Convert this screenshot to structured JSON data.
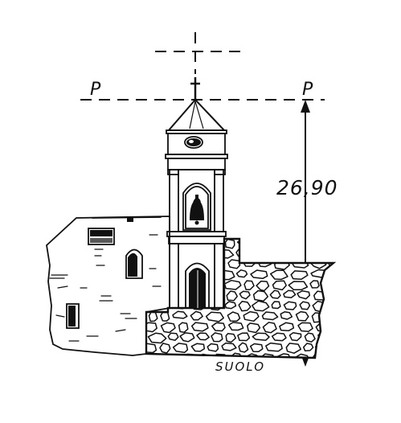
{
  "drawing": {
    "plane_label_left": "P",
    "plane_label_right": "P",
    "height_dimension": "26,90",
    "ground_label": "SUOLO",
    "ink_color": "#111111",
    "paper_color": "#ffffff"
  }
}
